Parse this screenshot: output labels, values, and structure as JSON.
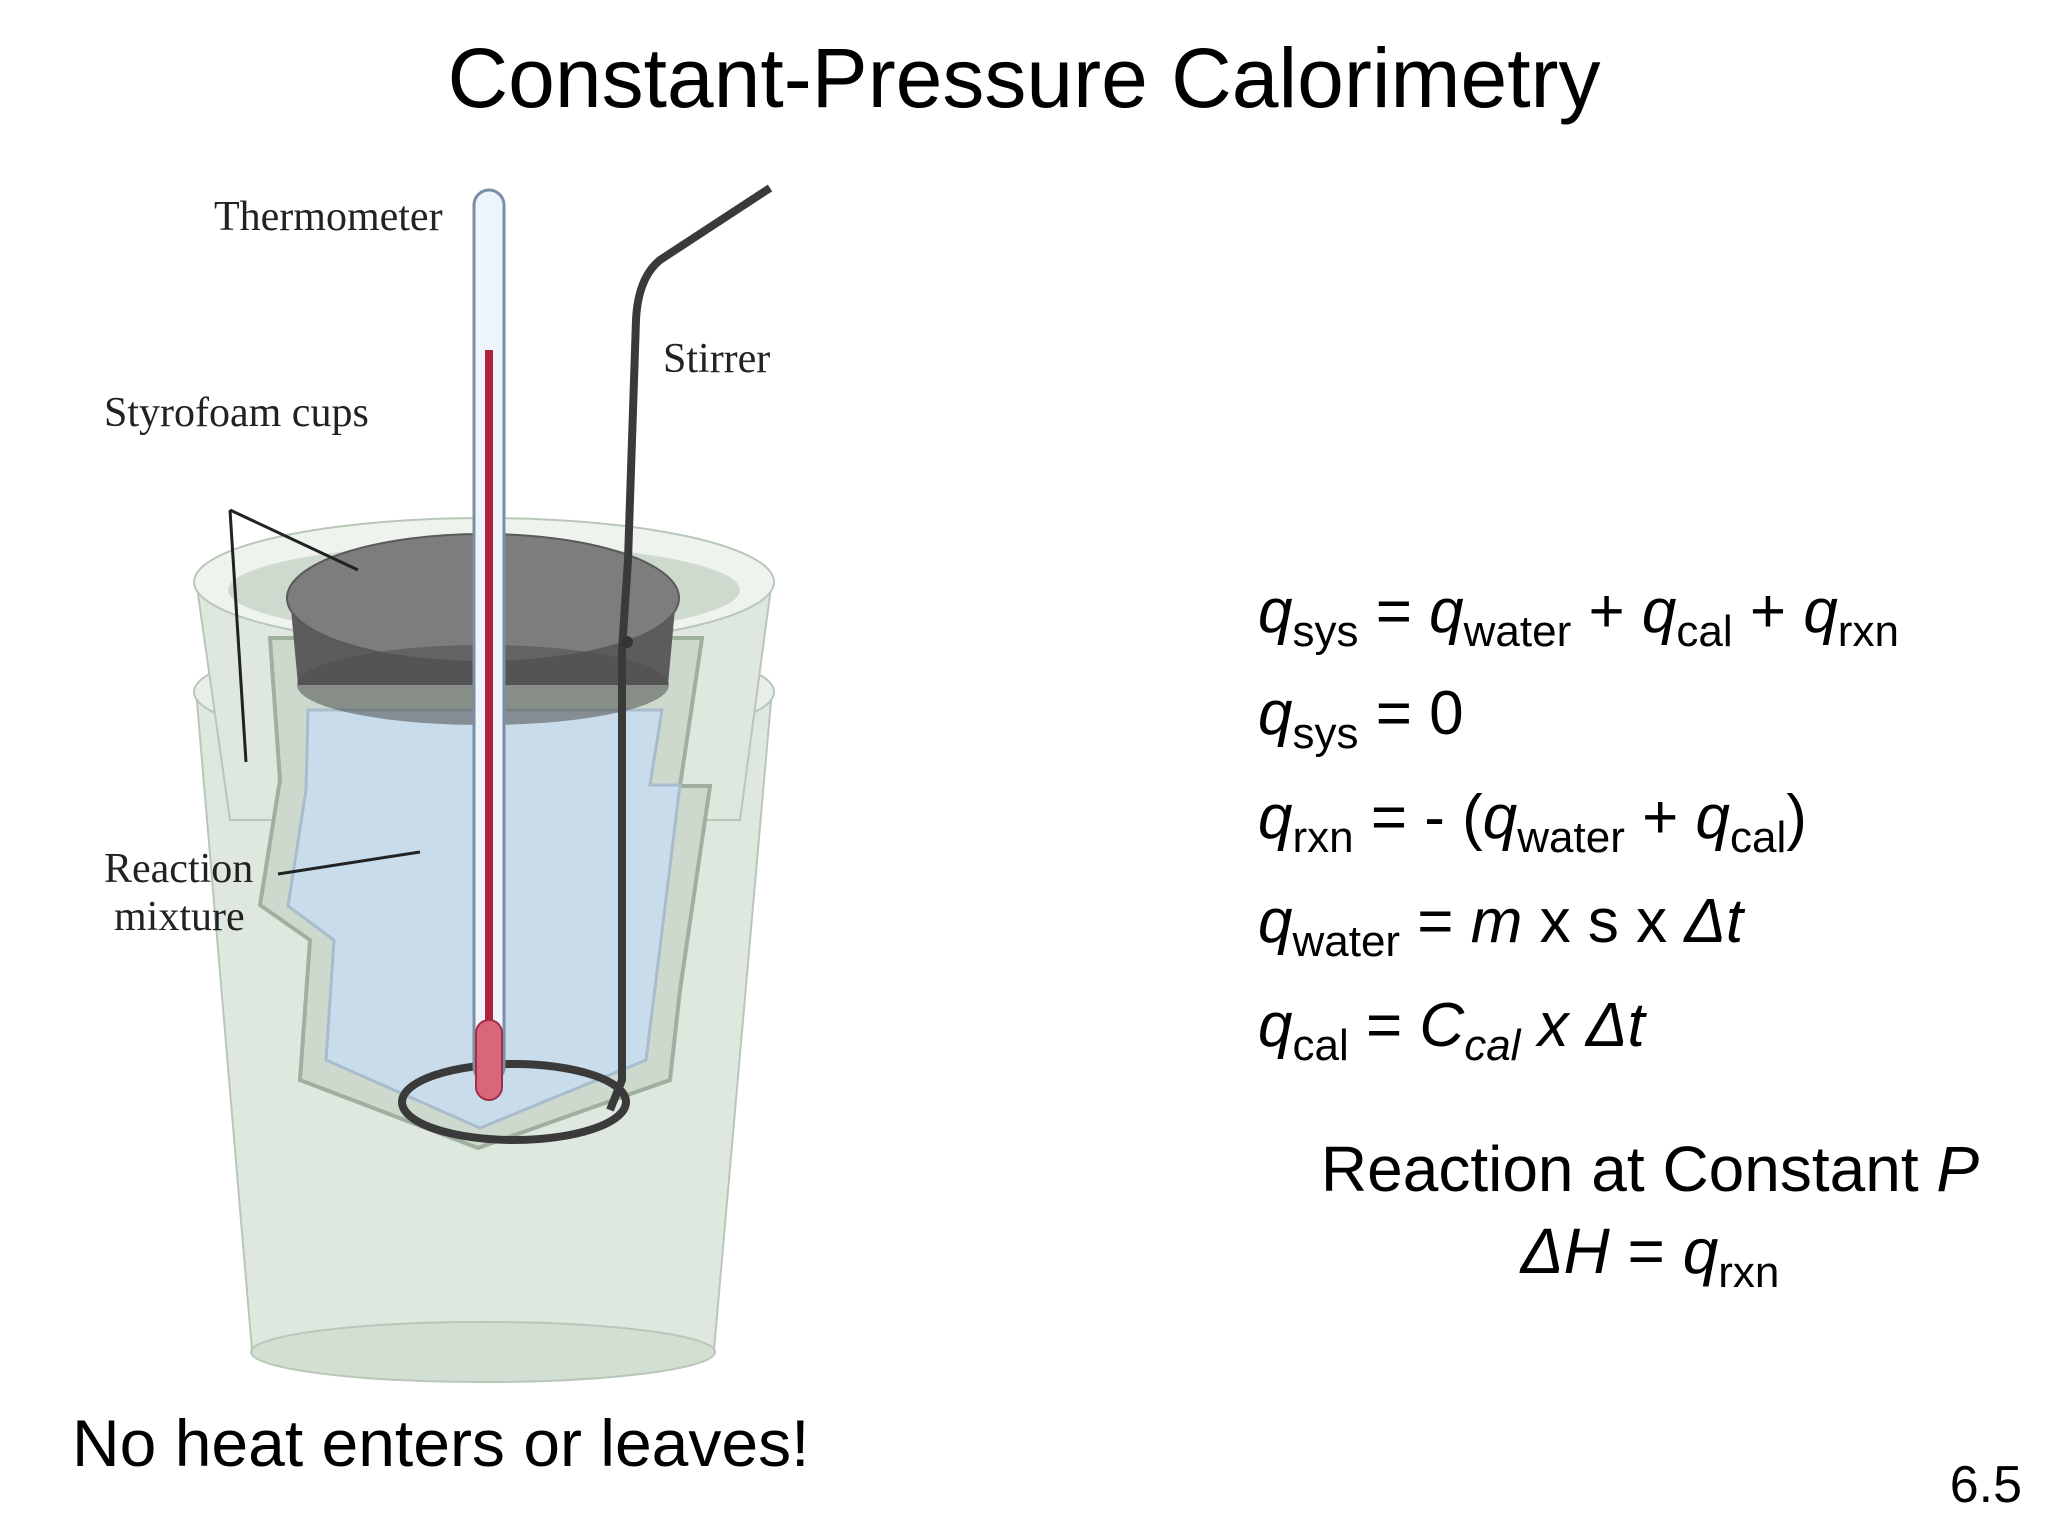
{
  "slide": {
    "title": "Constant-Pressure Calorimetry",
    "footer": "No heat enters or leaves!",
    "number": "6.5"
  },
  "diagram": {
    "labels": {
      "thermometer": "Thermometer",
      "stirrer": "Stirrer",
      "cups": "Styrofoam cups",
      "mixture_line1": "Reaction",
      "mixture_line2": "mixture"
    },
    "colors": {
      "cup": "#dfe8df",
      "cup_inner": "#c5d3c5",
      "lid_top": "#7d7d7d",
      "lid_side": "#5c5c5c",
      "liquid": "#c9dceb",
      "mercury": "#b0223a",
      "stirrer": "#3a3a3a"
    }
  },
  "equations": [
    {
      "lhs": "q",
      "lhs_sub": "sys",
      "eq": " = ",
      "t1": "q",
      "t1_sub": "water",
      "op1": " + ",
      "t2": "q",
      "t2_sub": "cal",
      "op2": " + ",
      "t3": "q",
      "t3_sub": "rxn"
    },
    {
      "lhs": "q",
      "lhs_sub": "sys",
      "rhs": " = 0"
    },
    {
      "lhs": "q",
      "lhs_sub": "rxn",
      "mid": " = - (",
      "t1": "q",
      "t1_sub": "water",
      "op": " + ",
      "t2": "q",
      "t2_sub": "cal",
      "close": ")"
    },
    {
      "lhs": "q",
      "lhs_sub": "water",
      "eq": " = ",
      "m": "m",
      "x1": " x s x ",
      "dt": "Δt"
    },
    {
      "lhs": "q",
      "lhs_sub": "cal",
      "eq": " = ",
      "c": "C",
      "c_sub": "cal",
      "x": " x ",
      "dt": "Δt"
    }
  ],
  "note": {
    "line1_text": "Reaction at Constant ",
    "line1_var": "P",
    "line2_dh": "ΔH",
    "line2_eq": " = ",
    "line2_q": "q",
    "line2_sub": "rxn"
  }
}
